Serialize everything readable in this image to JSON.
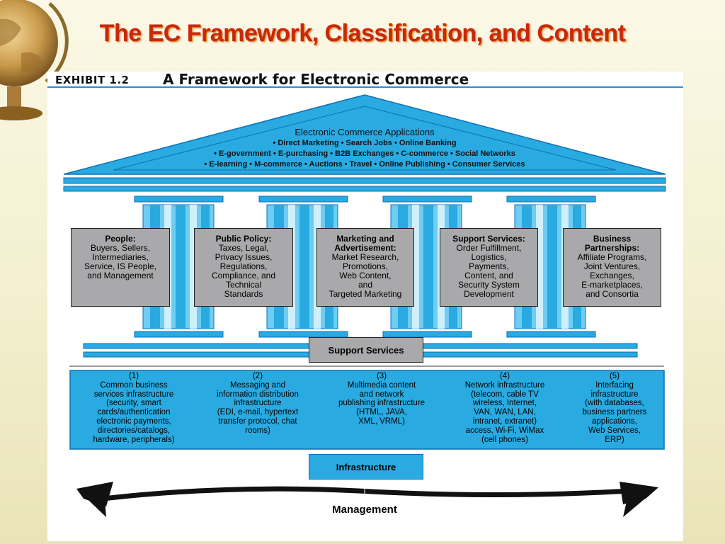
{
  "slide": {
    "title": "The EC Framework, Classification, and Content"
  },
  "exhibit": {
    "label": "EXHIBIT 1.2",
    "title": "A Framework for Electronic Commerce"
  },
  "roof": {
    "title": "Electronic Commerce Applications",
    "lines": [
      "• Direct Marketing • Search Jobs • Online Banking",
      "• E-government • E-purchasing • B2B Exchanges • C-commerce • Social Networks",
      "• E-learning • M-commerce • Auctions • Travel • Online Publishing • Consumer Services"
    ]
  },
  "pillars": [
    {
      "head": "People:",
      "lines": [
        "Buyers, Sellers,",
        "Intermediaries,",
        "Service, IS People,",
        "and Management"
      ]
    },
    {
      "head": "Public Policy:",
      "lines": [
        "Taxes, Legal,",
        "Privacy Issues,",
        "Regulations,",
        "Compliance, and",
        "Technical",
        "Standards"
      ]
    },
    {
      "head": "Marketing and",
      "head2": "Advertisement:",
      "lines": [
        "Market Research,",
        "Promotions,",
        "Web Content,",
        "and",
        "Targeted Marketing"
      ]
    },
    {
      "head": "Support Services:",
      "lines": [
        "Order Fulfillment,",
        "Logistics,",
        "Payments,",
        "Content, and",
        "Security System",
        "Development"
      ]
    },
    {
      "head": "Business",
      "head2": "Partnerships:",
      "lines": [
        "Affiliate Programs,",
        "Joint Ventures,",
        "Exchanges,",
        "E-marketplaces,",
        "and Consortia"
      ]
    }
  ],
  "support_services_label": "Support Services",
  "infrastructure": [
    {
      "num": "(1)",
      "lines": [
        "Common business",
        "services infrastructure",
        "(security, smart",
        "cards/authentication",
        "electronic payments,",
        "directories/catalogs,",
        "hardware, peripherals)"
      ]
    },
    {
      "num": "(2)",
      "lines": [
        "Messaging and",
        "information distribution",
        "infrastructure",
        "(EDI, e-mail, hypertext",
        "transfer protocol, chat",
        "rooms)"
      ]
    },
    {
      "num": "(3)",
      "lines": [
        "Multimedia content",
        "and network",
        "publishing infrastructure",
        "(HTML, JAVA,",
        "XML, VRML)"
      ]
    },
    {
      "num": "(4)",
      "lines": [
        "Network infrastructure",
        "(telecom, cable TV",
        "wireless, Internet,",
        "VAN, WAN, LAN,",
        "intranet, extranet)",
        "access, Wi-Fi, WiMax",
        "(cell phones)"
      ]
    },
    {
      "num": "(5)",
      "lines": [
        "Interfacing",
        "infrastructure",
        "(with databases,",
        "business partners",
        "applications,",
        "Web Services,",
        "ERP)"
      ]
    }
  ],
  "infrastructure_label": "Infrastructure",
  "management_label": "Management",
  "colors": {
    "blue": "#29aae1",
    "dark_blue": "#0d6fb8",
    "gray_box": "#a9a9ab",
    "title_red": "#c8280c"
  }
}
